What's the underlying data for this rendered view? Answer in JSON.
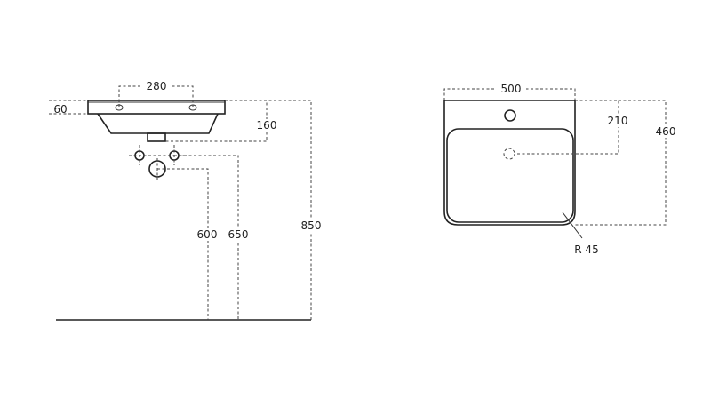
{
  "side_view": {
    "dim_hole_spacing": "280",
    "dim_counter_thickness": "60",
    "dim_drain_depth": "160",
    "dim_waste_height": "600",
    "dim_supply_height": "650",
    "dim_total_height": "850"
  },
  "top_view": {
    "dim_width": "500",
    "dim_drain_offset": "210",
    "dim_depth": "460",
    "dim_radius": "R 45"
  }
}
